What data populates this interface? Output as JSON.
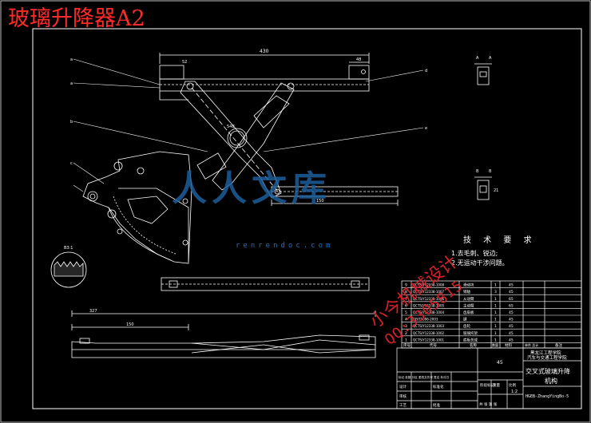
{
  "overlay_title": "玻璃升降器A2",
  "watermark": {
    "logo_text": "人人文库",
    "url": "renrendoc.com",
    "designer_text": "小今机械设计",
    "contact_number": "QQ:3305815"
  },
  "dimensions": {
    "top_overall": "430",
    "top_right": "48",
    "bottom_left": "150",
    "bottom_overall": "327",
    "lower_arm": "150",
    "left_small": "52",
    "right_small": "21"
  },
  "section_labels": {
    "a_top": "A",
    "a_right": "A",
    "b_top": "B",
    "b_right": "B"
  },
  "callouts": {
    "c1": "a",
    "c2": "a",
    "c3": "b",
    "c4": "c",
    "c5": "d",
    "c6": "e",
    "detail": "B3:1",
    "arm_label": "54B"
  },
  "technical_requirements": {
    "title": "技 术 要 求",
    "line1": "1.去毛刺、锐边;",
    "line2": "2.无运动干涉问题。"
  },
  "bom": [
    {
      "no": "9",
      "code": "QCTS/Y12338-1008",
      "name": "滑动块",
      "qty": "1",
      "mat": "45"
    },
    {
      "no": "8",
      "code": "QCTS/Y12338-1007",
      "name": "销轴",
      "qty": "3",
      "mat": "45"
    },
    {
      "no": "7",
      "code": "QCTS/Y12338-1006",
      "name": "从动臂",
      "qty": "1",
      "mat": "65"
    },
    {
      "no": "6",
      "code": "QCTS/Y12338-1005",
      "name": "主动臂",
      "qty": "1",
      "mat": "65"
    },
    {
      "no": "5",
      "code": "QCTS/Y12338-1004",
      "name": "齿扇板",
      "qty": "1",
      "mat": "45"
    },
    {
      "no": "4",
      "code": "GB/T1096-2003",
      "name": "键",
      "qty": "1",
      "mat": "45"
    },
    {
      "no": "3",
      "code": "QCTS/Y12338-1003",
      "name": "齿轮",
      "qty": "1",
      "mat": "45"
    },
    {
      "no": "2",
      "code": "QCTS/Y12338-1002",
      "name": "玻璃托架",
      "qty": "1",
      "mat": "45"
    },
    {
      "no": "1",
      "code": "QCTS/Y12338-1001",
      "name": "底板总成",
      "qty": "1",
      "mat": "45"
    }
  ],
  "bom_headers": {
    "no": "序号",
    "code": "代号",
    "name": "名称",
    "qty": "数量",
    "mat": "材料",
    "mass": "单件 总计",
    "note": "备注"
  },
  "title_block": {
    "school": "黑龙江工程学院",
    "dept": "汽车与交通工程学院",
    "drawing_name": "交叉式玻璃升降",
    "drawing_name_2": "机构",
    "drawing_code": "HGEB-ZhangYingBo-5",
    "scale": "1:2",
    "material_mark": "45",
    "designer_label": "设计",
    "checker_label": "审核",
    "process_label": "工艺",
    "approve_label": "批准",
    "standard_label": "标准化",
    "stage_label": "阶段标记",
    "weight_label": "重量",
    "scale_label": "比例",
    "sheet_label": "共  张  第  张",
    "rev_label": "标记 处数 分区 更改文件号 签名 年月日"
  }
}
